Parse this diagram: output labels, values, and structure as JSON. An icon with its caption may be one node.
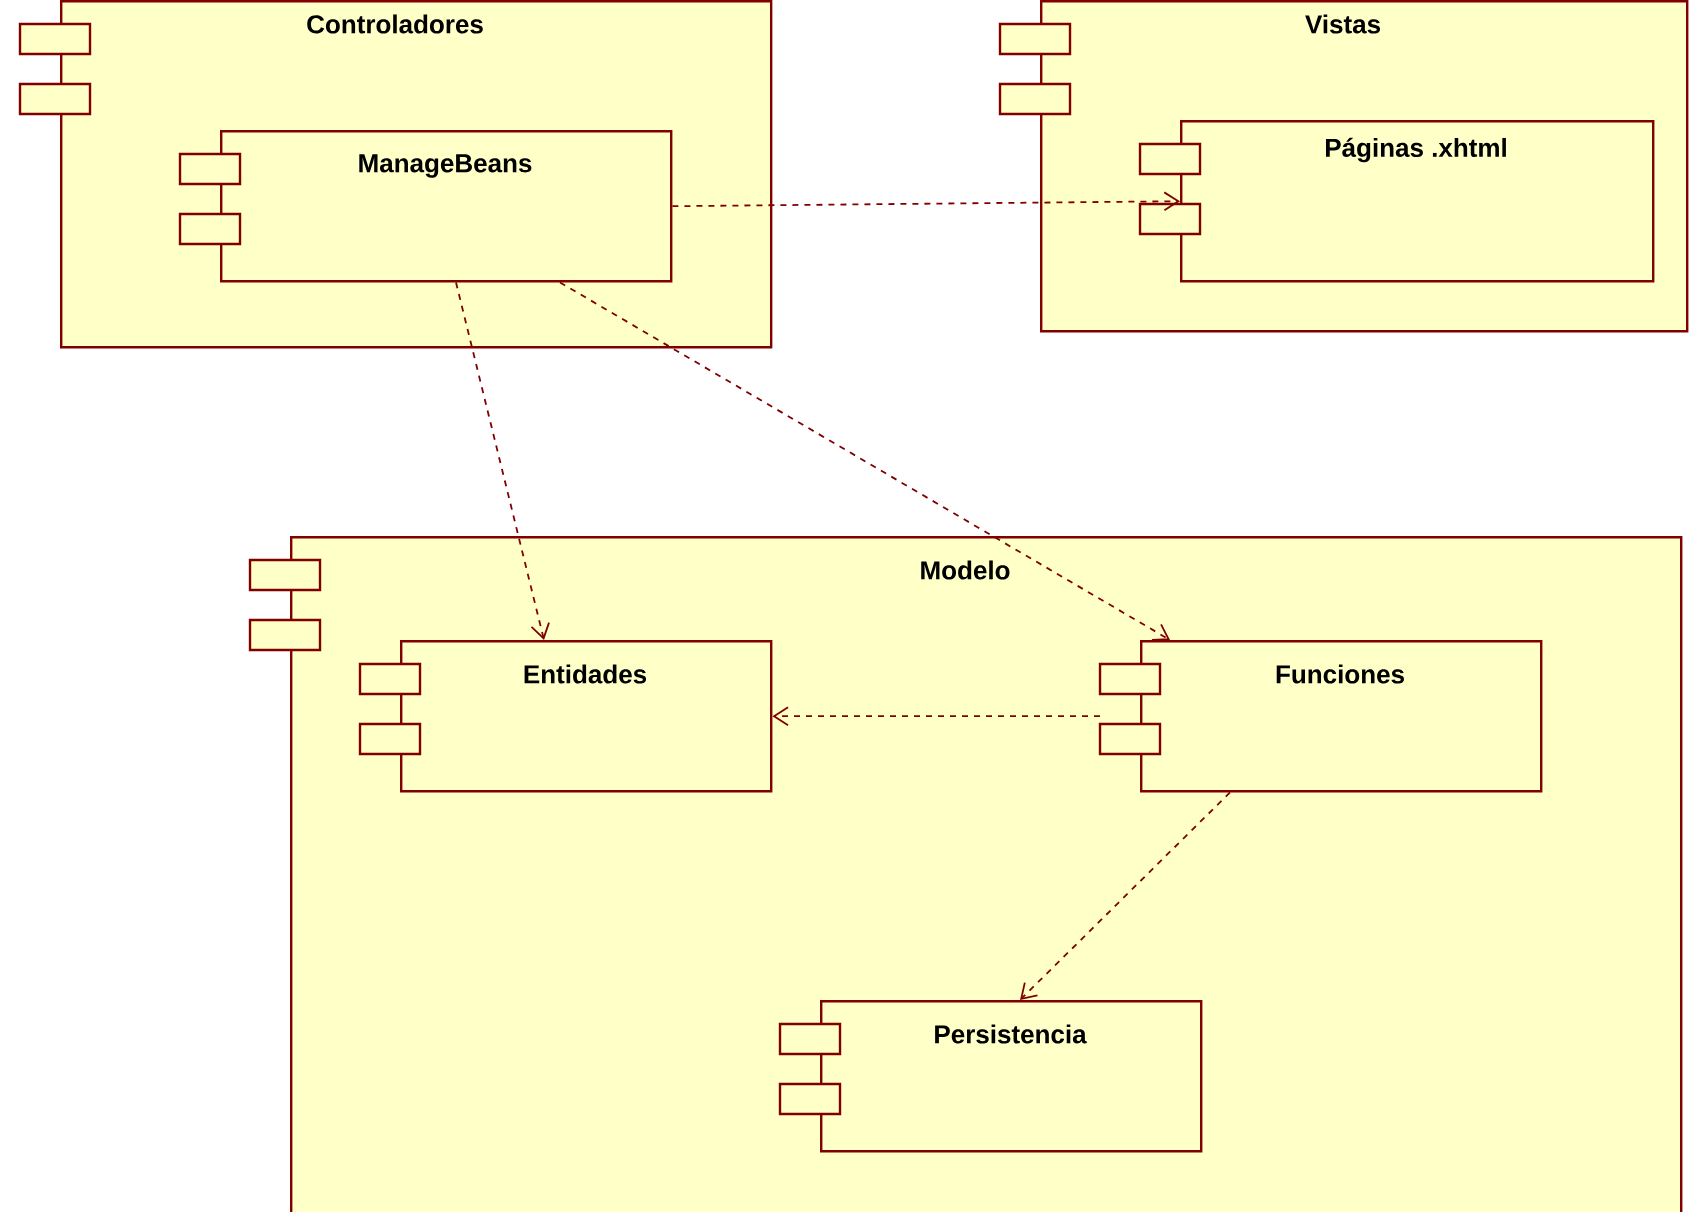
{
  "diagram": {
    "nodes": [
      {
        "text": [
          "Controladores"
        ]
      },
      {
        "text": [
          "ManageBeans"
        ],
        "in": 0
      },
      {
        "text": [
          "Vistas"
        ]
      },
      {
        "text": [
          "Páginas .xhtml"
        ],
        "in": 2
      },
      {
        "text": [
          "Modelo"
        ]
      },
      {
        "text": [
          "Entidades"
        ],
        "in": 4
      },
      {
        "text": [
          "Funciones"
        ],
        "in": 4
      },
      {
        "text": [
          "Persistencia"
        ],
        "in": 4
      }
    ],
    "edges": [
      {
        "from": 1,
        "to": 3,
        "arrow": "to",
        "style": "dashed"
      },
      {
        "from": 1,
        "to": 5,
        "arrow": "to",
        "style": "dashed"
      },
      {
        "from": 1,
        "to": 6,
        "arrow": "to",
        "style": "dashed"
      },
      {
        "from": 6,
        "to": 5,
        "arrow": "to",
        "style": "dashed"
      },
      {
        "from": 6,
        "to": 7,
        "arrow": "to",
        "style": "dashed"
      }
    ]
  }
}
